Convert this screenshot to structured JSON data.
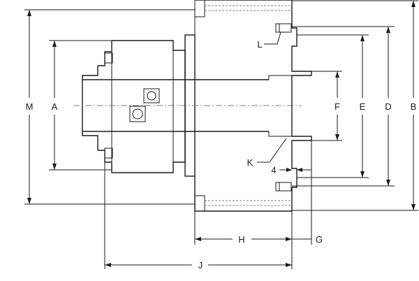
{
  "diagram": {
    "dimension_labels": {
      "M": "M",
      "A": "A",
      "F": "F",
      "E": "E",
      "D": "D",
      "B": "B",
      "H": "H",
      "G": "G",
      "J": "J",
      "K": "K",
      "L": "L",
      "four": "4"
    }
  }
}
